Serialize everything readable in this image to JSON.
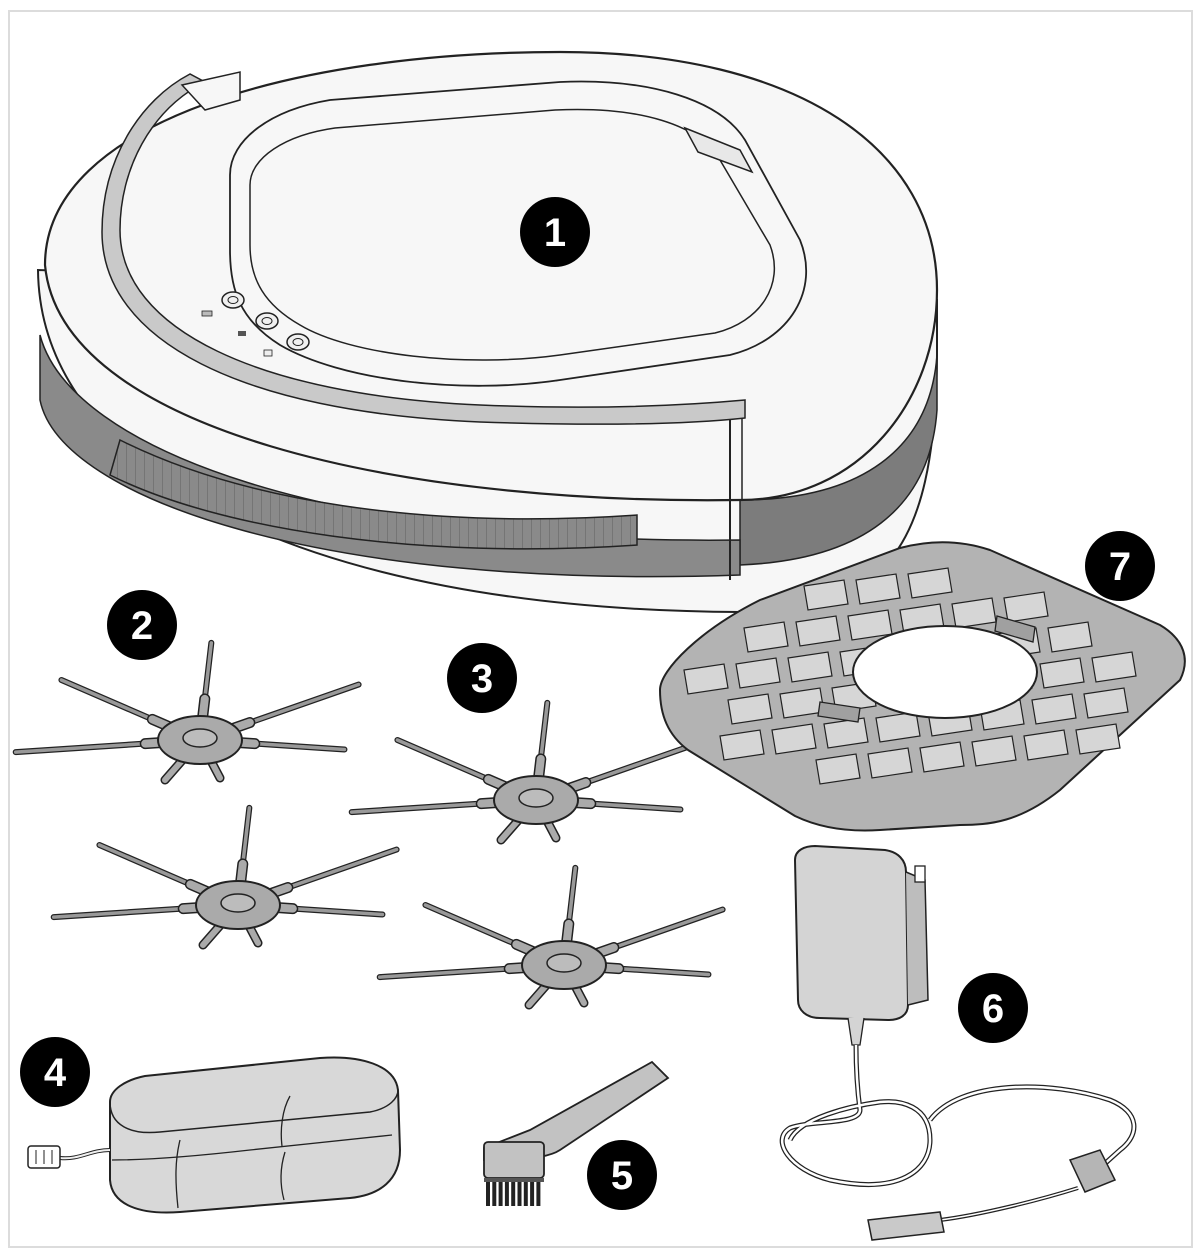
{
  "colors": {
    "background": "#ffffff",
    "outline": "#222222",
    "body_fill": "#f7f7f7",
    "band_dark": "#808080",
    "accessory_gray": "#aaaaaa",
    "callout_fill": "#000000",
    "callout_text": "#ffffff"
  },
  "callouts": [
    {
      "number": "1",
      "part": "robot-vacuum"
    },
    {
      "number": "2",
      "part": "side-brushes-pair-a"
    },
    {
      "number": "3",
      "part": "side-brushes-pair-b"
    },
    {
      "number": "4",
      "part": "battery-pack"
    },
    {
      "number": "5",
      "part": "cleaning-brush"
    },
    {
      "number": "6",
      "part": "power-adapter"
    },
    {
      "number": "7",
      "part": "filter-tray"
    }
  ]
}
